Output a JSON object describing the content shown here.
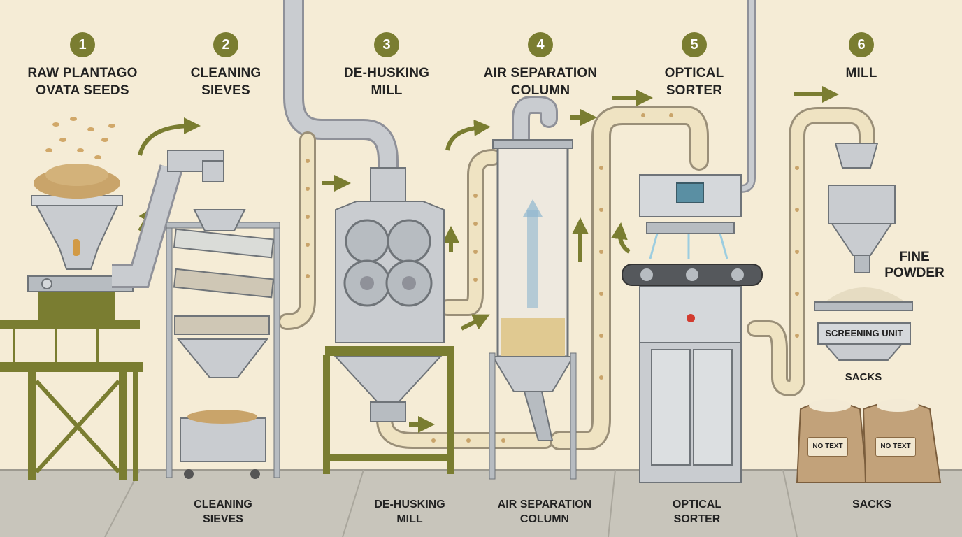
{
  "steps": [
    {
      "number": "1",
      "title_line1": "RAW PLANTAGO",
      "title_line2": "OVATA SEEDS"
    },
    {
      "number": "2",
      "title_line1": "CLEANING",
      "title_line2": "SIEVES"
    },
    {
      "number": "3",
      "title_line1": "DE-HUSKING",
      "title_line2": "MILL"
    },
    {
      "number": "4",
      "title_line1": "AIR SEPARATION",
      "title_line2": "COLUMN"
    },
    {
      "number": "5",
      "title_line1": "OPTICAL",
      "title_line2": "SORTER"
    },
    {
      "number": "6",
      "title_line1": "MILL",
      "title_line2": ""
    }
  ],
  "bottom_labels": [
    {
      "line1": "CLEANING",
      "line2": "SIEVES"
    },
    {
      "line1": "DE-HUSKING",
      "line2": "MILL"
    },
    {
      "line1": "AIR SEPARATION",
      "line2": "COLUMN"
    },
    {
      "line1": "OPTICAL",
      "line2": "SORTER"
    },
    {
      "line1": "SACKS",
      "line2": ""
    }
  ],
  "side_labels": {
    "fine_powder_line1": "FINE",
    "fine_powder_line2": "POWDER",
    "screening_unit": "SCREENING UNIT",
    "sacks_upper": "SACKS"
  },
  "sack_tags": [
    "NO TEXT",
    "NO TEXT"
  ],
  "colors": {
    "background": "#f5ecd6",
    "accent_olive": "#7a7d31",
    "steel": "#b7bcc1",
    "pipe_cream": "#efe3c2",
    "floor": "#c8c5bb"
  }
}
